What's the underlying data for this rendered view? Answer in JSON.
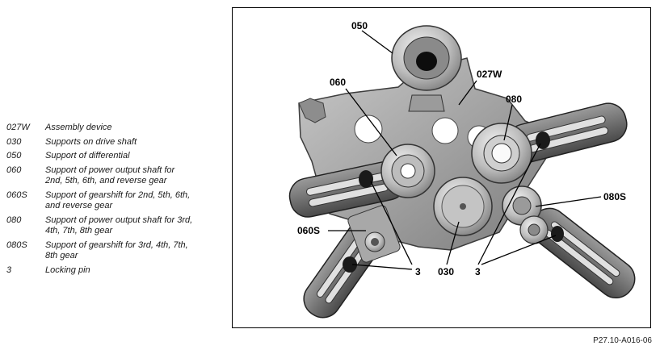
{
  "legend": [
    {
      "code": "027W",
      "desc": "Assembly device"
    },
    {
      "code": "030",
      "desc": "Supports on drive shaft"
    },
    {
      "code": "050",
      "desc": "Support of differential"
    },
    {
      "code": "060",
      "desc": "Support of power output shaft for\n2nd, 5th, 6th, and reverse gear"
    },
    {
      "code": "060S",
      "desc": "Support of gearshift for 2nd, 5th, 6th,\nand reverse gear"
    },
    {
      "code": "080",
      "desc": "Support of power output shaft for 3rd,\n4th, 7th, 8th gear"
    },
    {
      "code": "080S",
      "desc": "Support of gearshift for 3rd, 4th, 7th,\n8th gear"
    },
    {
      "code": "3",
      "desc": "Locking pin"
    }
  ],
  "callouts": {
    "c050": "050",
    "c060": "060",
    "c027w": "027W",
    "c080": "080",
    "c080s": "080S",
    "c060s": "060S",
    "c3a": "3",
    "c030": "030",
    "c3b": "3"
  },
  "figure_ref": "P27.10-A016-06"
}
